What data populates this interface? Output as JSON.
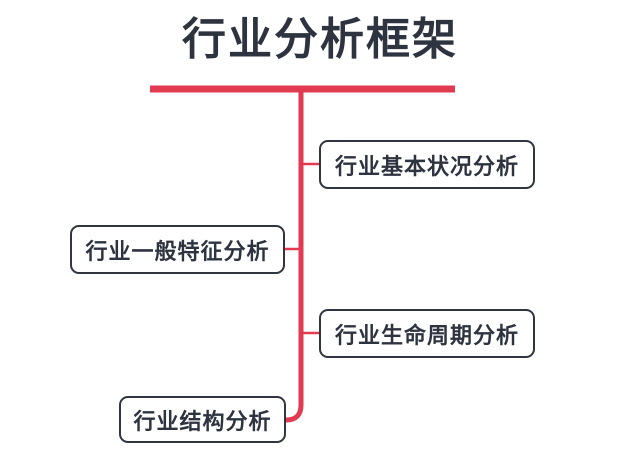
{
  "diagram": {
    "title": "行业分析框架",
    "title_color": "#2e3340",
    "accent_color": "#e23a50",
    "node_border_color": "#31353f",
    "background_color": "#ffffff",
    "type": "mind-map",
    "root_label": "行业分析框架",
    "nodes": [
      {
        "id": "basic",
        "label": "行业基本状况分析",
        "side": "right"
      },
      {
        "id": "general",
        "label": "行业一般特征分析",
        "side": "left"
      },
      {
        "id": "cycle",
        "label": "行业生命周期分析",
        "side": "right"
      },
      {
        "id": "struct",
        "label": "行业结构分析",
        "side": "left"
      }
    ]
  }
}
